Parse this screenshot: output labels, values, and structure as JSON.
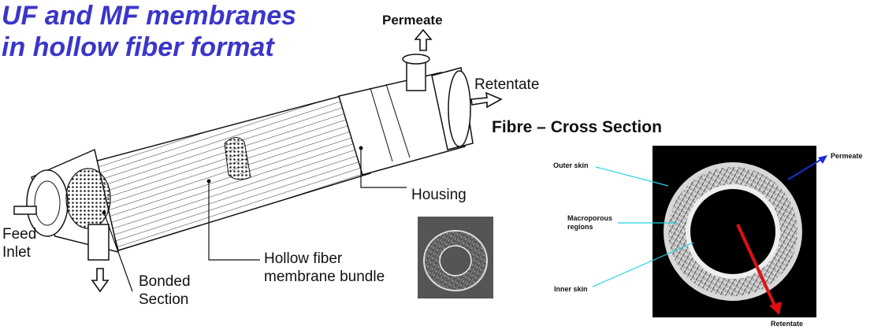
{
  "title": {
    "line1": "UF and MF membranes",
    "line2": "in hollow fiber format"
  },
  "module_labels": {
    "permeate": "Permeate",
    "retentate": "Retentate",
    "housing": "Housing",
    "hollow_fiber_1": "Hollow fiber",
    "hollow_fiber_2": "membrane bundle",
    "bonded_1": "Bonded",
    "bonded_2": "Section",
    "feed_1": "Feed",
    "feed_2": "Inlet"
  },
  "cross_section": {
    "heading": "Fibre – Cross Section",
    "outer_skin": "Outer skin",
    "macroporous_1": "Macroporous",
    "macroporous_2": "regions",
    "inner_skin": "Inner skin",
    "permeate": "Permeate",
    "retentate": "Retentate"
  },
  "colors": {
    "title": "#3b36c9",
    "pointer_cyan": "#1fd3e0",
    "permeate_arrow": "#1a2fd6",
    "retentate_arrow": "#e01010"
  }
}
